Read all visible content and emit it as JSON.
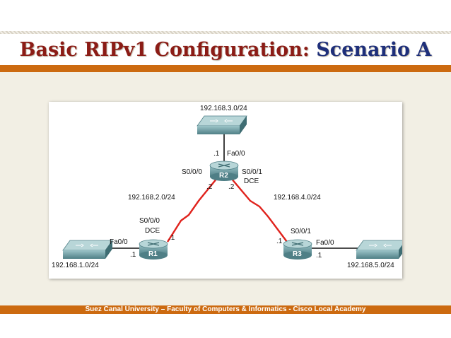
{
  "slide": {
    "title_part1": "Basic RIPv1 Configuration:",
    "title_part2": "Scenario A",
    "footer": "Suez Canal University – Faculty of Computers & Informatics - Cisco Local Academy"
  },
  "colors": {
    "title_red": "#8b1c16",
    "title_blue": "#1e2f7a",
    "accent_orange": "#cc6a10",
    "serial_link_red": "#e0221c",
    "device_teal": "#6a9aa0"
  },
  "topology": {
    "routers": [
      {
        "name": "R1"
      },
      {
        "name": "R2"
      },
      {
        "name": "R3"
      }
    ],
    "networks": {
      "r1_lan": "192.168.1.0/24",
      "r2_lan": "192.168.3.0/24",
      "r3_lan": "192.168.5.0/24",
      "r1_r2_link": "192.168.2.0/24",
      "r2_r3_link": "192.168.4.0/24"
    },
    "labels": {
      "r2_fa0": "Fa0/0",
      "r2_fa0_host": ".1",
      "r2_s000": "S0/0/0",
      "r2_s000_host": ".2",
      "r2_s001": "S0/0/1",
      "r2_s001_dce": "DCE",
      "r2_s001_host": ".2",
      "r1_s000": "S0/0/0",
      "r1_s000_dce": "DCE",
      "r1_s000_host": ".1",
      "r1_fa0": "Fa0/0",
      "r1_fa0_host": ".1",
      "r3_s001": "S0/0/1",
      "r3_s001_host": ".1",
      "r3_fa0": "Fa0/0",
      "r3_fa0_host": ".1"
    }
  }
}
